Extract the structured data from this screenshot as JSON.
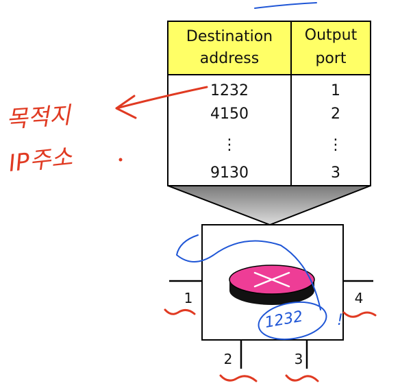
{
  "table": {
    "headers": [
      "Destination address",
      "Output port"
    ],
    "header_lines": {
      "destination": [
        "Destination",
        "address"
      ],
      "output": [
        "Output",
        "port"
      ]
    },
    "rows": [
      {
        "address": "1232",
        "port": "1"
      },
      {
        "address": "4150",
        "port": "2"
      },
      {
        "address": "⋮",
        "port": "⋮"
      },
      {
        "address": "9130",
        "port": "3"
      }
    ],
    "header_color": "#ffff66"
  },
  "router": {
    "ports": [
      "1",
      "2",
      "3",
      "4"
    ],
    "disk_color": "#ee3d96",
    "icon": "crossed-arrows-icon"
  },
  "annotations": {
    "left_note": "목적지 IP주소",
    "right_note": "1232",
    "exclaim": "!",
    "ink_colors": {
      "red": "#e03a22",
      "blue": "#1f56d6"
    }
  }
}
